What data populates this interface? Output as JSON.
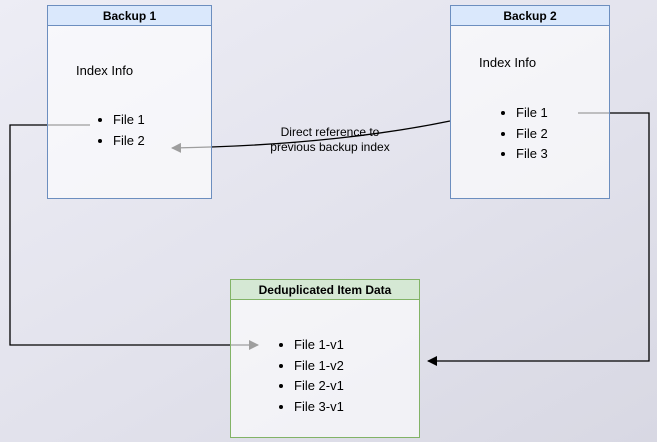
{
  "colors": {
    "backup_header_bg": "#dae8fc",
    "backup_border": "#6c8ebf",
    "dedup_header_bg": "#d5e8d4",
    "dedup_border": "#82b366",
    "connector": "#000000"
  },
  "backup1": {
    "title": "Backup 1",
    "index_label": "Index Info",
    "files": [
      "File 1",
      "File 2"
    ]
  },
  "backup2": {
    "title": "Backup 2",
    "index_label": "Index Info",
    "files": [
      "File 1",
      "File 2",
      "File 3"
    ]
  },
  "dedup": {
    "title": "Deduplicated Item Data",
    "items": [
      "File 1-v1",
      "File 1-v2",
      "File 2-v1",
      "File 3-v1"
    ]
  },
  "annotation": {
    "line1": "Direct reference to",
    "line2": "previous backup index"
  }
}
